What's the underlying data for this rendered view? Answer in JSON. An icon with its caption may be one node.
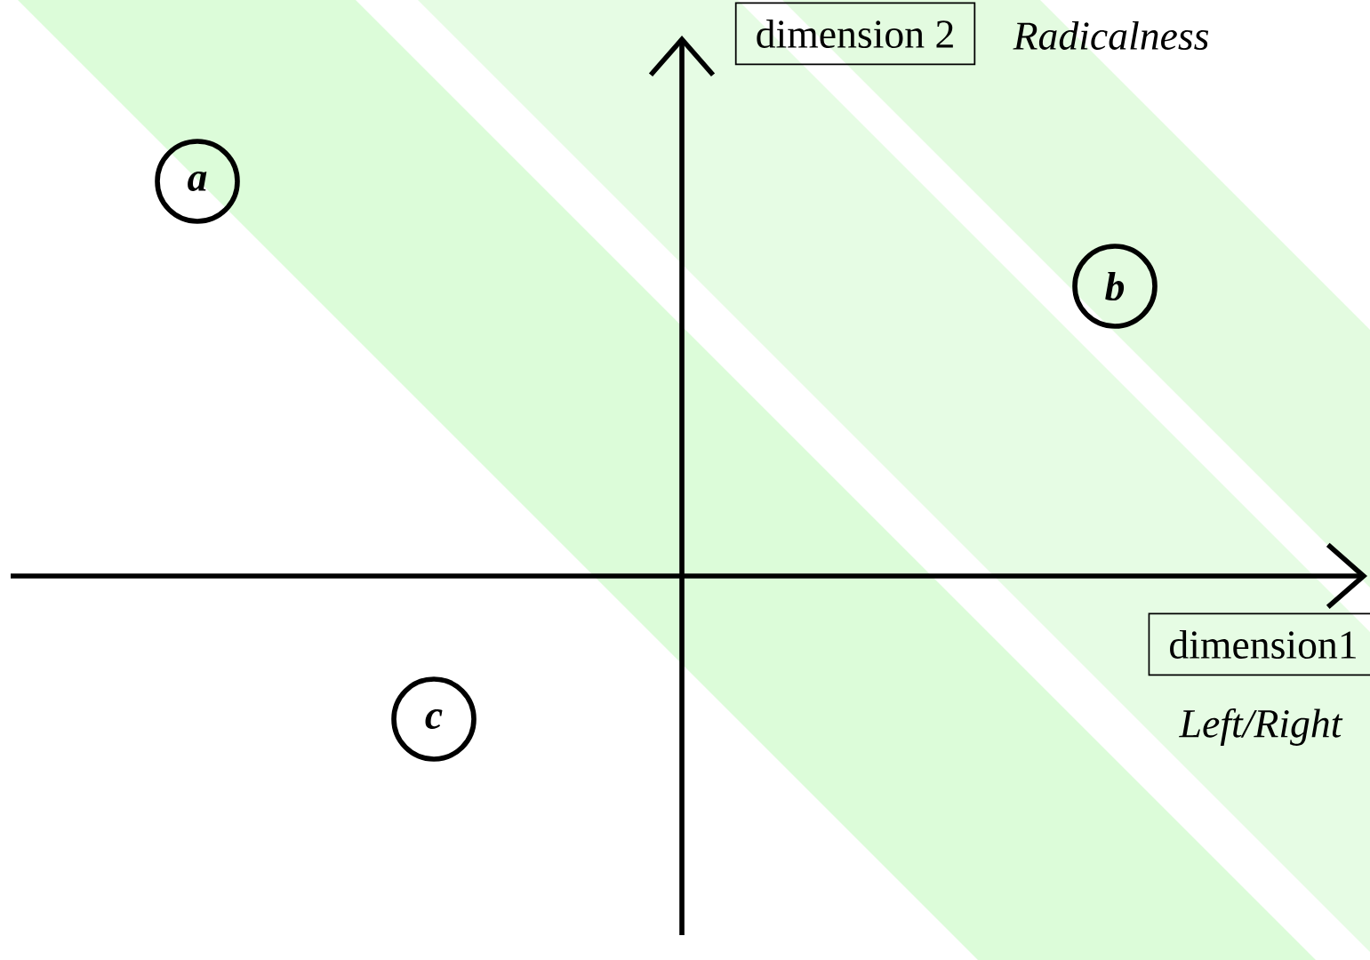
{
  "diagram": {
    "nodes": [
      {
        "text": [
          "a"
        ]
      },
      {
        "text": [
          "b"
        ]
      },
      {
        "text": [
          "c"
        ]
      },
      {
        "text": [
          "dimension 2"
        ]
      },
      {
        "text": [
          "dimension1"
        ]
      }
    ],
    "labels": [
      "Radicalness",
      "Left/Right"
    ]
  }
}
